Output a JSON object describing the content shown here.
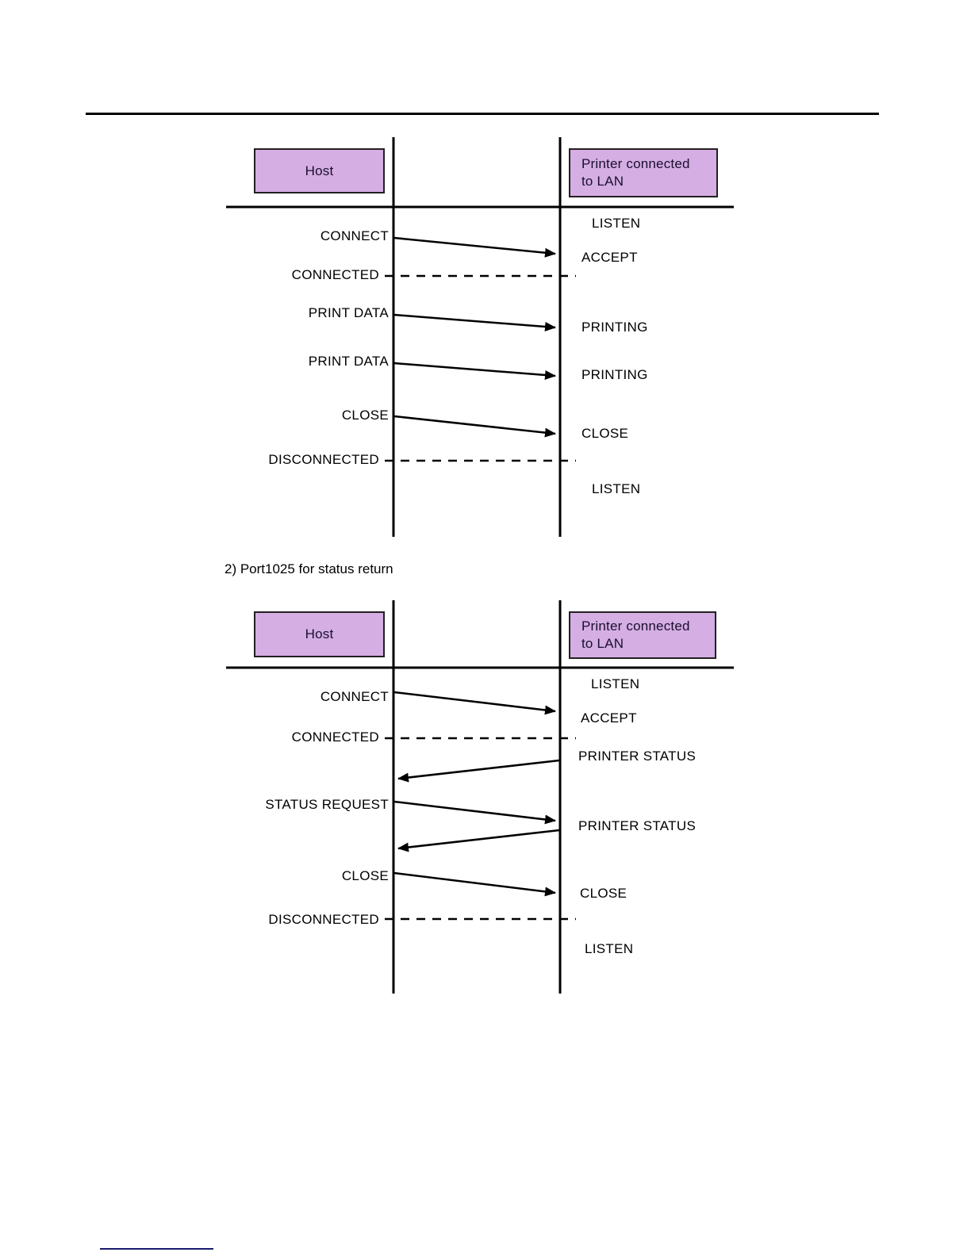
{
  "page": {
    "background": "#ffffff",
    "header_rule": true,
    "footnote_rule": true,
    "footnote_rule_color": "#1a1a6e"
  },
  "colors": {
    "actor_fill": "#d5aee4",
    "actor_border": "#231f20",
    "line": "#000000",
    "footnote": "#1a1a6e"
  },
  "caption": {
    "text": "2) Port1025 for status return"
  },
  "chart_data": {
    "type": "diagram",
    "title": "TCP socket sequence diagrams between Host and LAN printer",
    "diagrams": [
      {
        "id": "diagram-1",
        "actors": [
          {
            "id": "host",
            "label": "Host"
          },
          {
            "id": "printer",
            "label": "Printer connected\nto LAN"
          }
        ],
        "lifelines": [
          "host",
          "printer"
        ],
        "steps": [
          {
            "kind": "state",
            "side": "right",
            "label": "LISTEN"
          },
          {
            "kind": "message",
            "from": "host",
            "to": "printer",
            "label": "CONNECT"
          },
          {
            "kind": "state",
            "side": "right",
            "label": "ACCEPT"
          },
          {
            "kind": "dashed",
            "side": "left",
            "label": "CONNECTED"
          },
          {
            "kind": "message",
            "from": "host",
            "to": "printer",
            "label": "PRINT DATA"
          },
          {
            "kind": "state",
            "side": "right",
            "label": "PRINTING"
          },
          {
            "kind": "message",
            "from": "host",
            "to": "printer",
            "label": "PRINT DATA"
          },
          {
            "kind": "state",
            "side": "right",
            "label": "PRINTING"
          },
          {
            "kind": "message",
            "from": "host",
            "to": "printer",
            "label": "CLOSE"
          },
          {
            "kind": "state",
            "side": "right",
            "label": "CLOSE"
          },
          {
            "kind": "dashed",
            "side": "left",
            "label": "DISCONNECTED"
          },
          {
            "kind": "state",
            "side": "right",
            "label": "LISTEN"
          }
        ]
      },
      {
        "id": "diagram-2",
        "actors": [
          {
            "id": "host",
            "label": "Host"
          },
          {
            "id": "printer",
            "label": "Printer connected\nto LAN"
          }
        ],
        "lifelines": [
          "host",
          "printer"
        ],
        "steps": [
          {
            "kind": "state",
            "side": "right",
            "label": "LISTEN"
          },
          {
            "kind": "message",
            "from": "host",
            "to": "printer",
            "label": "CONNECT"
          },
          {
            "kind": "state",
            "side": "right",
            "label": "ACCEPT"
          },
          {
            "kind": "dashed",
            "side": "left",
            "label": "CONNECTED"
          },
          {
            "kind": "state",
            "side": "right",
            "label": "PRINTER STATUS"
          },
          {
            "kind": "message",
            "from": "printer",
            "to": "host",
            "label": ""
          },
          {
            "kind": "message",
            "from": "host",
            "to": "printer",
            "label": "STATUS REQUEST"
          },
          {
            "kind": "state",
            "side": "right",
            "label": "PRINTER STATUS"
          },
          {
            "kind": "message",
            "from": "printer",
            "to": "host",
            "label": ""
          },
          {
            "kind": "message",
            "from": "host",
            "to": "printer",
            "label": "CLOSE"
          },
          {
            "kind": "state",
            "side": "right",
            "label": "CLOSE"
          },
          {
            "kind": "dashed",
            "side": "left",
            "label": "DISCONNECTED"
          },
          {
            "kind": "state",
            "side": "right",
            "label": "LISTEN"
          }
        ]
      }
    ]
  },
  "d1": {
    "host_label": "Host",
    "printer_label": "Printer connected\nto LAN",
    "listen_1": "LISTEN",
    "connect": "CONNECT",
    "accept": "ACCEPT",
    "connected": "CONNECTED",
    "print_data_1": "PRINT DATA",
    "printing_1": "PRINTING",
    "print_data_2": "PRINT DATA",
    "printing_2": "PRINTING",
    "close_left": "CLOSE",
    "close_right": "CLOSE",
    "disconnected": "DISCONNECTED",
    "listen_2": "LISTEN"
  },
  "d2": {
    "host_label": "Host",
    "printer_label": "Printer connected\nto LAN",
    "listen_1": "LISTEN",
    "connect": "CONNECT",
    "accept": "ACCEPT",
    "connected": "CONNECTED",
    "printer_status_1": "PRINTER STATUS",
    "status_request": "STATUS REQUEST",
    "printer_status_2": "PRINTER STATUS",
    "close_left": "CLOSE",
    "close_right": "CLOSE",
    "disconnected": "DISCONNECTED",
    "listen_2": "LISTEN"
  }
}
